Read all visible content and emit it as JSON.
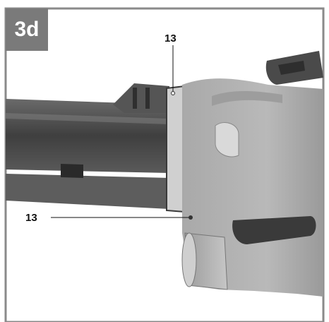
{
  "figure": {
    "label": "3d",
    "callouts": [
      {
        "id": "top",
        "text": "13"
      },
      {
        "id": "left",
        "text": "13"
      }
    ]
  },
  "colors": {
    "label_bg": "#7a7a7a",
    "frame": "#8a8a8a",
    "tube_dark": "#4e4e4e",
    "body_mid": "#b8b8b8",
    "handle_dark": "#3a3a3a"
  }
}
